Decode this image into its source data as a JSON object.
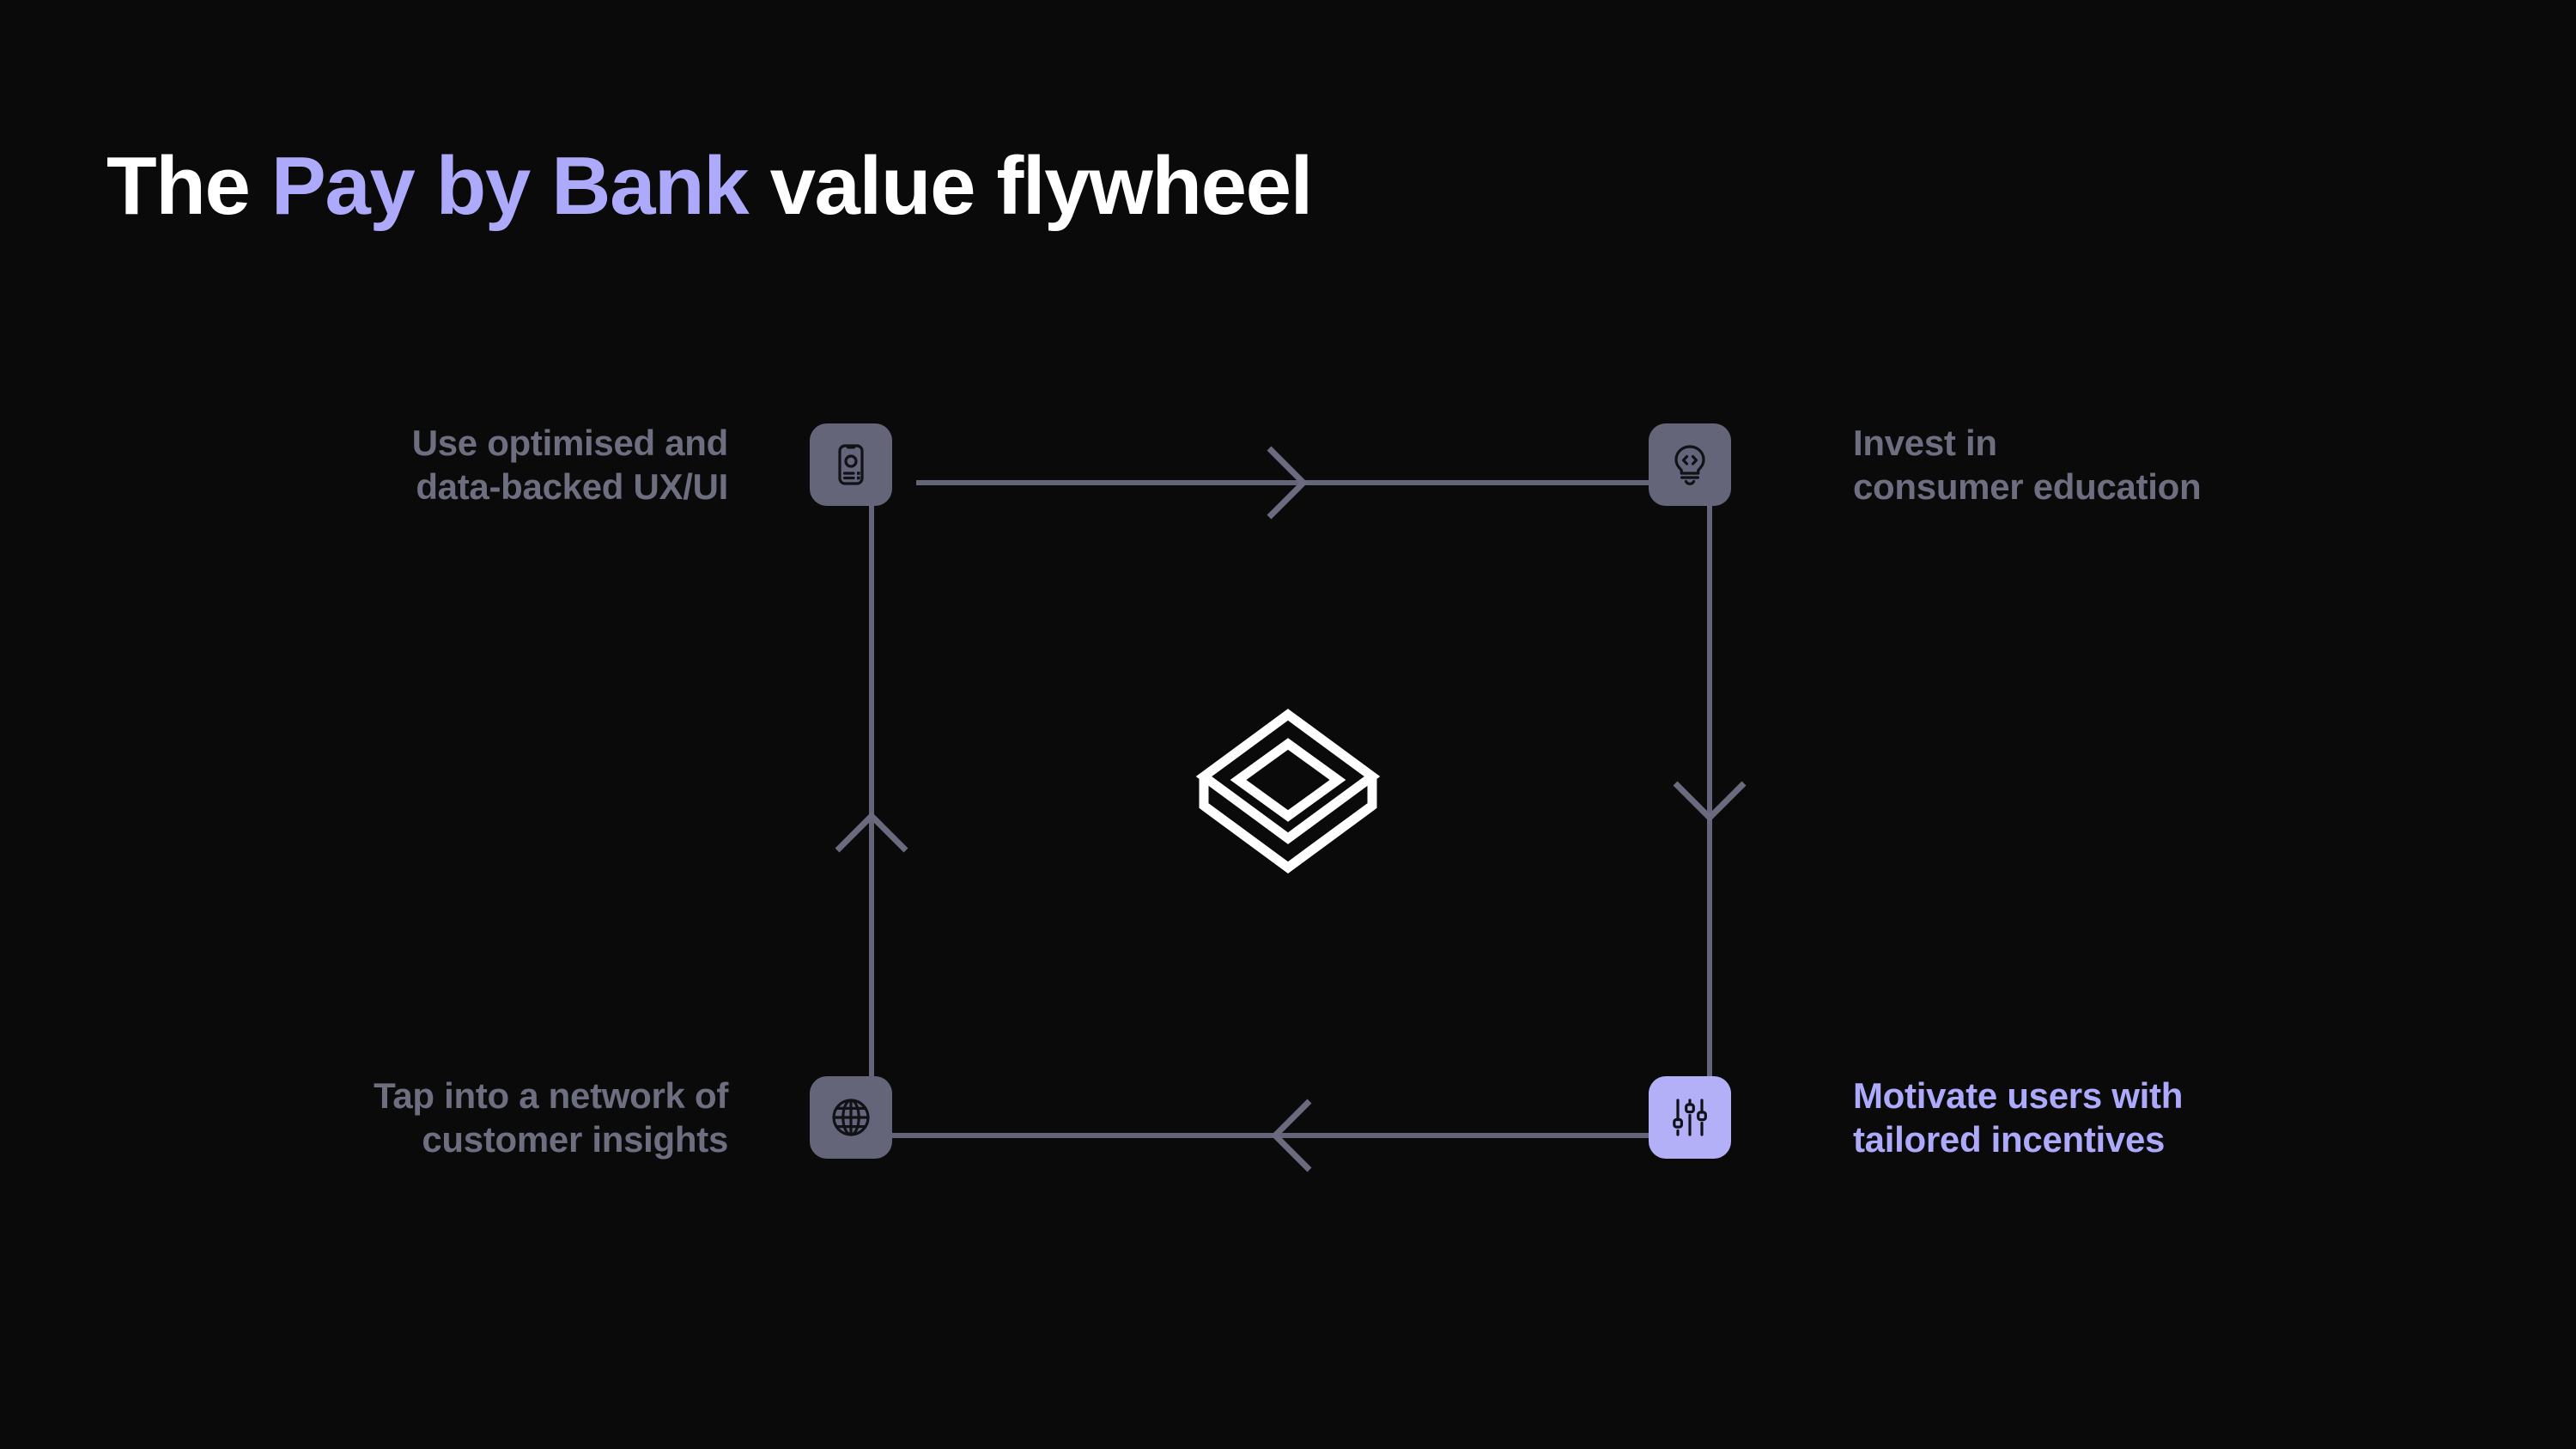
{
  "title": {
    "before": "The ",
    "accent": "Pay by Bank",
    "after": " value flywheel",
    "accent_color": "#ada9fb"
  },
  "theme": {
    "background": "#0a0a0a",
    "tile_default": "#65657a",
    "tile_active": "#b3b0f8",
    "label_default": "#6d6e80",
    "label_active": "#ada9fb",
    "connector": "#65657a",
    "logo": "#ffffff"
  },
  "logo": {
    "name": "stacked-layers-logo"
  },
  "diagram": {
    "type": "cycle",
    "direction": "clockwise",
    "nodes": [
      {
        "id": "ux",
        "label": "Use optimised and\ndata-backed UX/UI",
        "icon": "mobile-ux-icon",
        "position": "top-left",
        "active": false
      },
      {
        "id": "education",
        "label": "Invest in\nconsumer education",
        "icon": "lightbulb-code-icon",
        "position": "top-right",
        "active": false
      },
      {
        "id": "incentives",
        "label": "Motivate users with\ntailored incentives",
        "icon": "sliders-icon",
        "position": "bottom-right",
        "active": true
      },
      {
        "id": "insights",
        "label": "Tap into a network of\ncustomer insights",
        "icon": "globe-network-icon",
        "position": "bottom-left",
        "active": false
      }
    ],
    "edges": [
      {
        "from": "ux",
        "to": "education",
        "arrow": "right"
      },
      {
        "from": "education",
        "to": "incentives",
        "arrow": "down"
      },
      {
        "from": "incentives",
        "to": "insights",
        "arrow": "left"
      },
      {
        "from": "insights",
        "to": "ux",
        "arrow": "up"
      }
    ]
  }
}
